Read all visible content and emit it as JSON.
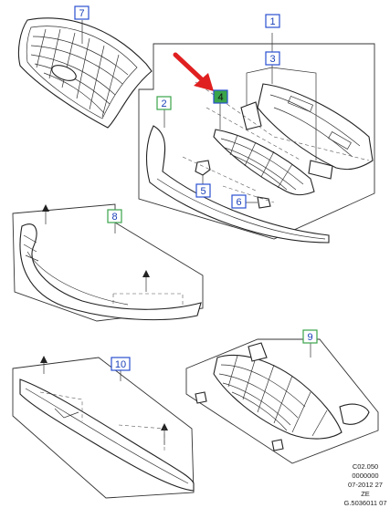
{
  "colors": {
    "callout_border": "#2a4fd0",
    "callout_fill": "#ffffff",
    "callout_highlight_fill": "#3aa44a",
    "arrow": "#e02020",
    "line": "#222222"
  },
  "callouts": [
    {
      "id": "c1",
      "label": "1"
    },
    {
      "id": "c2",
      "label": "2"
    },
    {
      "id": "c3",
      "label": "3"
    },
    {
      "id": "c4",
      "label": "4",
      "highlighted": true
    },
    {
      "id": "c5",
      "label": "5"
    },
    {
      "id": "c6",
      "label": "6"
    },
    {
      "id": "c7",
      "label": "7"
    },
    {
      "id": "c8",
      "label": "8"
    },
    {
      "id": "c9",
      "label": "9"
    },
    {
      "id": "c10",
      "label": "10"
    }
  ],
  "footer": {
    "line1": "C02.050",
    "line2": "0000000",
    "line3": "07-2012 27",
    "line4": "ZE",
    "line5": "G.5036011 07"
  },
  "icons": {
    "pointer": "red-pointer-arrow-icon"
  }
}
